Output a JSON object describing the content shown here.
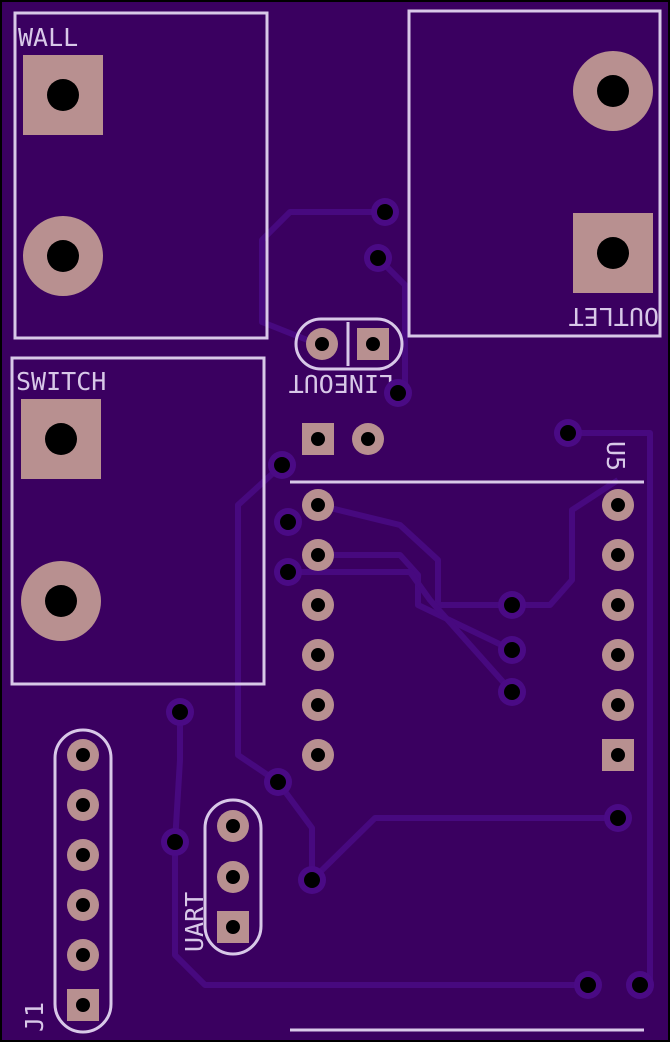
{
  "board": {
    "colors": {
      "substrate": "#3a0060",
      "trace": "#44067a",
      "silkscreen": "#d8c8e8",
      "copper_pad": "#b89090",
      "drill": "#000000",
      "edge": "#000000"
    }
  },
  "labels": {
    "wall": "WALL",
    "switch": "SWITCH",
    "outlet": "OUTLET",
    "lineout": "LINEOUT",
    "u5": "U5",
    "uart": "UART",
    "j1": "J1"
  }
}
